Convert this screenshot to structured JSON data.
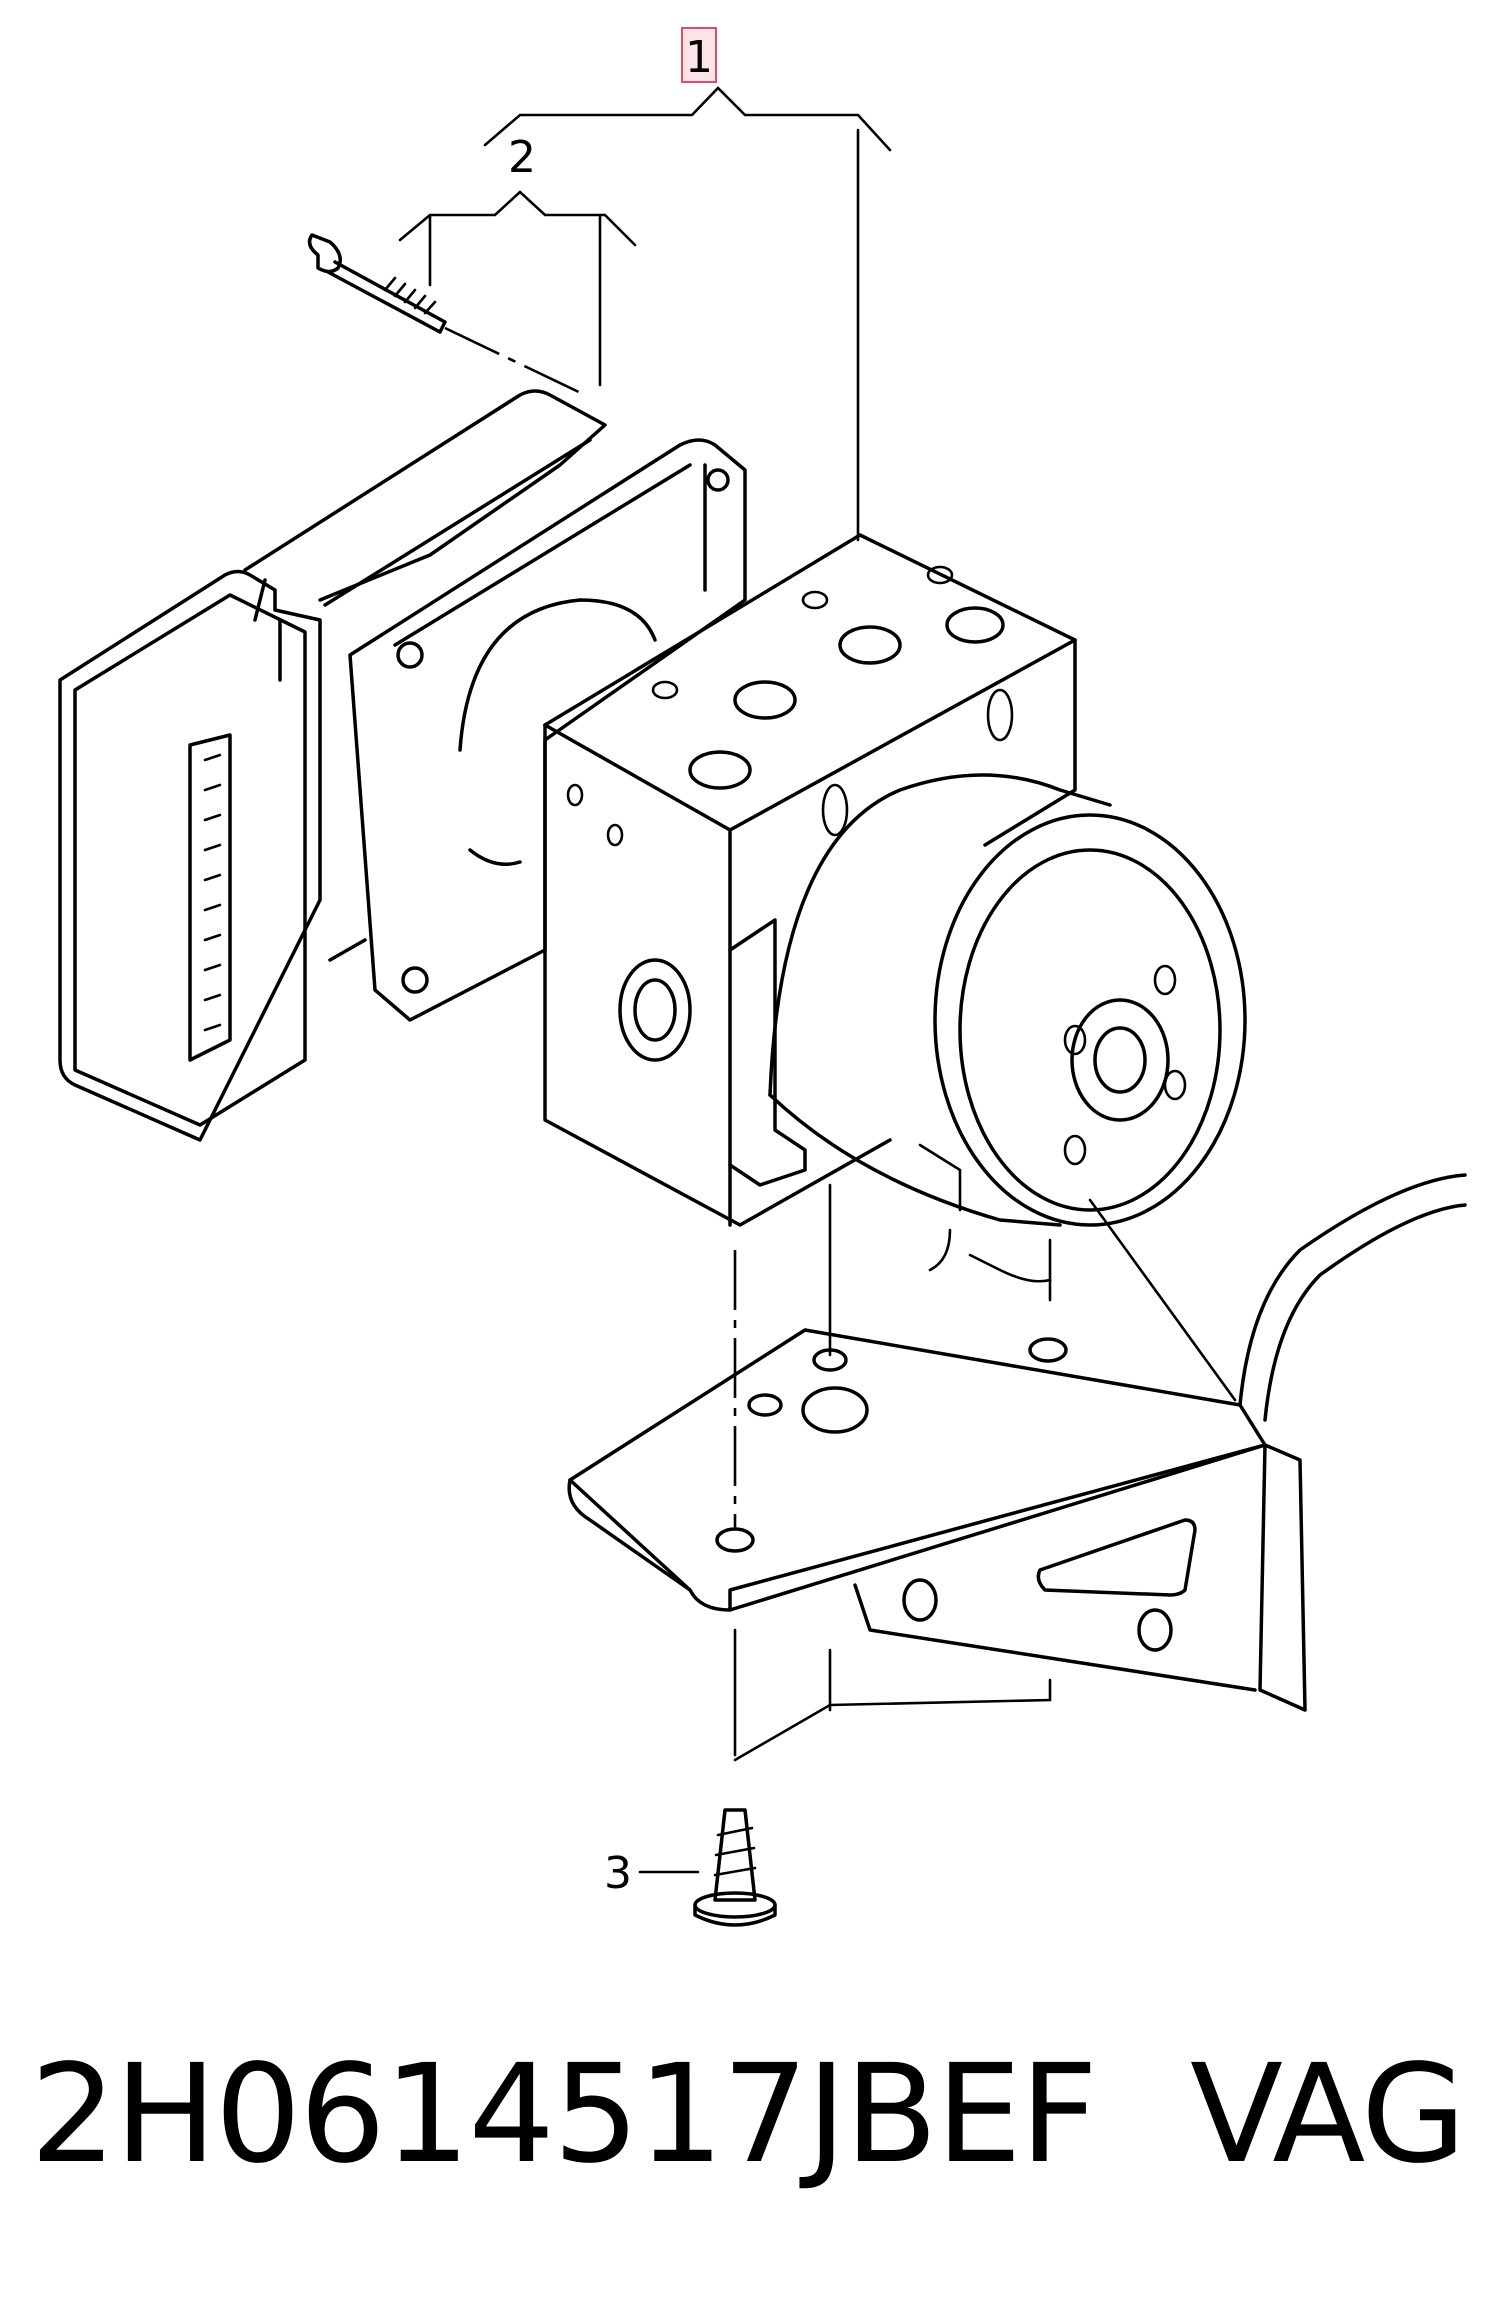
{
  "callouts": [
    {
      "label": "1"
    },
    {
      "label": "2"
    },
    {
      "label": "3"
    }
  ],
  "footer": {
    "part_number": "2H0614517JBEF",
    "brand": "VAG"
  },
  "colors": {
    "line": "#000000",
    "highlight_border": "#d94f6a",
    "highlight_fill": "#fbe3e8",
    "background": "#ffffff"
  }
}
